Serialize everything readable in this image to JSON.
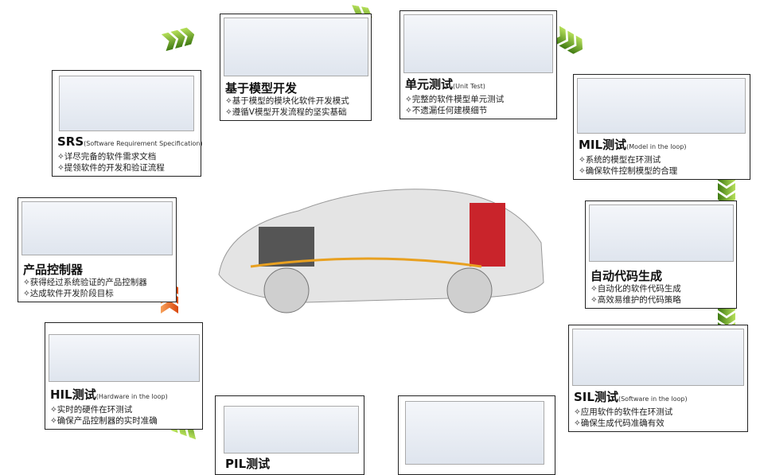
{
  "boxes": {
    "srs": {
      "title": "SRS",
      "sub": "(Software   Requirement Specification)",
      "lines": [
        "✧详尽完备的软件需求文档",
        "✧提领软件的开发和验证流程"
      ]
    },
    "mbd": {
      "title": "基于模型开发",
      "sub": "",
      "lines": [
        "✧基于模型的模块化软件开发模式",
        "✧遵循V模型开发流程的坚实基础"
      ]
    },
    "unit": {
      "title": "单元测试",
      "sub": "(Unit Test)",
      "lines": [
        "✧完整的软件模型单元测试",
        "✧不遗漏任何建模细节"
      ]
    },
    "mil": {
      "title": "MIL测试",
      "sub": "(Model in the loop)",
      "lines": [
        "✧系统的模型在环测试",
        "✧确保软件控制模型的合理"
      ]
    },
    "autocode": {
      "title": "自动代码生成",
      "sub": "",
      "lines": [
        "✧自动化的软件代码生成",
        "✧高效易维护的代码策略"
      ]
    },
    "sil": {
      "title": "SIL测试",
      "sub": "(Software  in the loop)",
      "lines": [
        "✧应用软件的软件在环测试",
        "✧确保生成代码准确有效"
      ]
    },
    "product": {
      "title": "产品控制器",
      "sub": "",
      "lines": [
        "✧获得经过系统验证的产品控制器",
        "✧达成软件开发阶段目标"
      ]
    },
    "hil": {
      "title": "HIL测试",
      "sub": "(Hardware  in the  loop)",
      "lines": [
        "✧实时的硬件在环测试",
        "✧确保产品控制器的实时准确"
      ]
    },
    "pil": {
      "title": "PIL测试",
      "sub": "",
      "lines": []
    }
  },
  "colors": {
    "arrow_green": "#6aa91c",
    "arrow_orange": "#e8641a"
  }
}
